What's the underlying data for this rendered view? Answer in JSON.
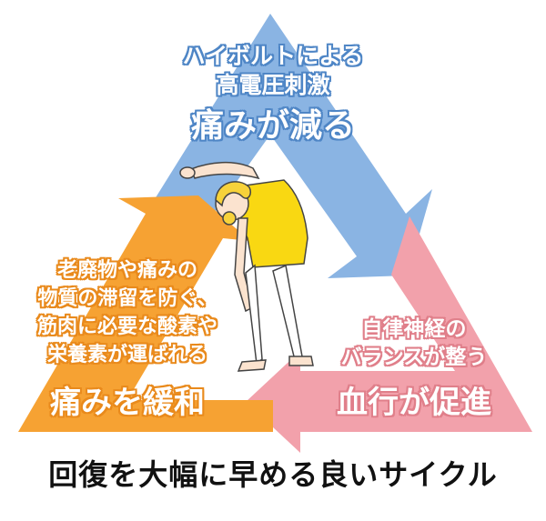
{
  "blue_section": {
    "line1": "ハイボルトによる",
    "line2": "高電圧刺激",
    "headline": "痛みが減る"
  },
  "orange_section": {
    "line1": "老廃物や痛みの",
    "line2": "物質の滞留を防ぐ、",
    "line3": "筋肉に必要な酸素や",
    "line4": "栄養素が運ばれる",
    "headline": "痛みを緩和"
  },
  "pink_section": {
    "line1": "自律神経の",
    "line2": "バランスが整う",
    "headline": "血行が促進"
  },
  "caption": "回復を大幅に早める良いサイクル",
  "colors": {
    "blue": "#8ab4e3",
    "orange": "#f6a233",
    "pink": "#f2a1ab",
    "shirt": "#f9d812",
    "hair": "#f7d23a"
  }
}
